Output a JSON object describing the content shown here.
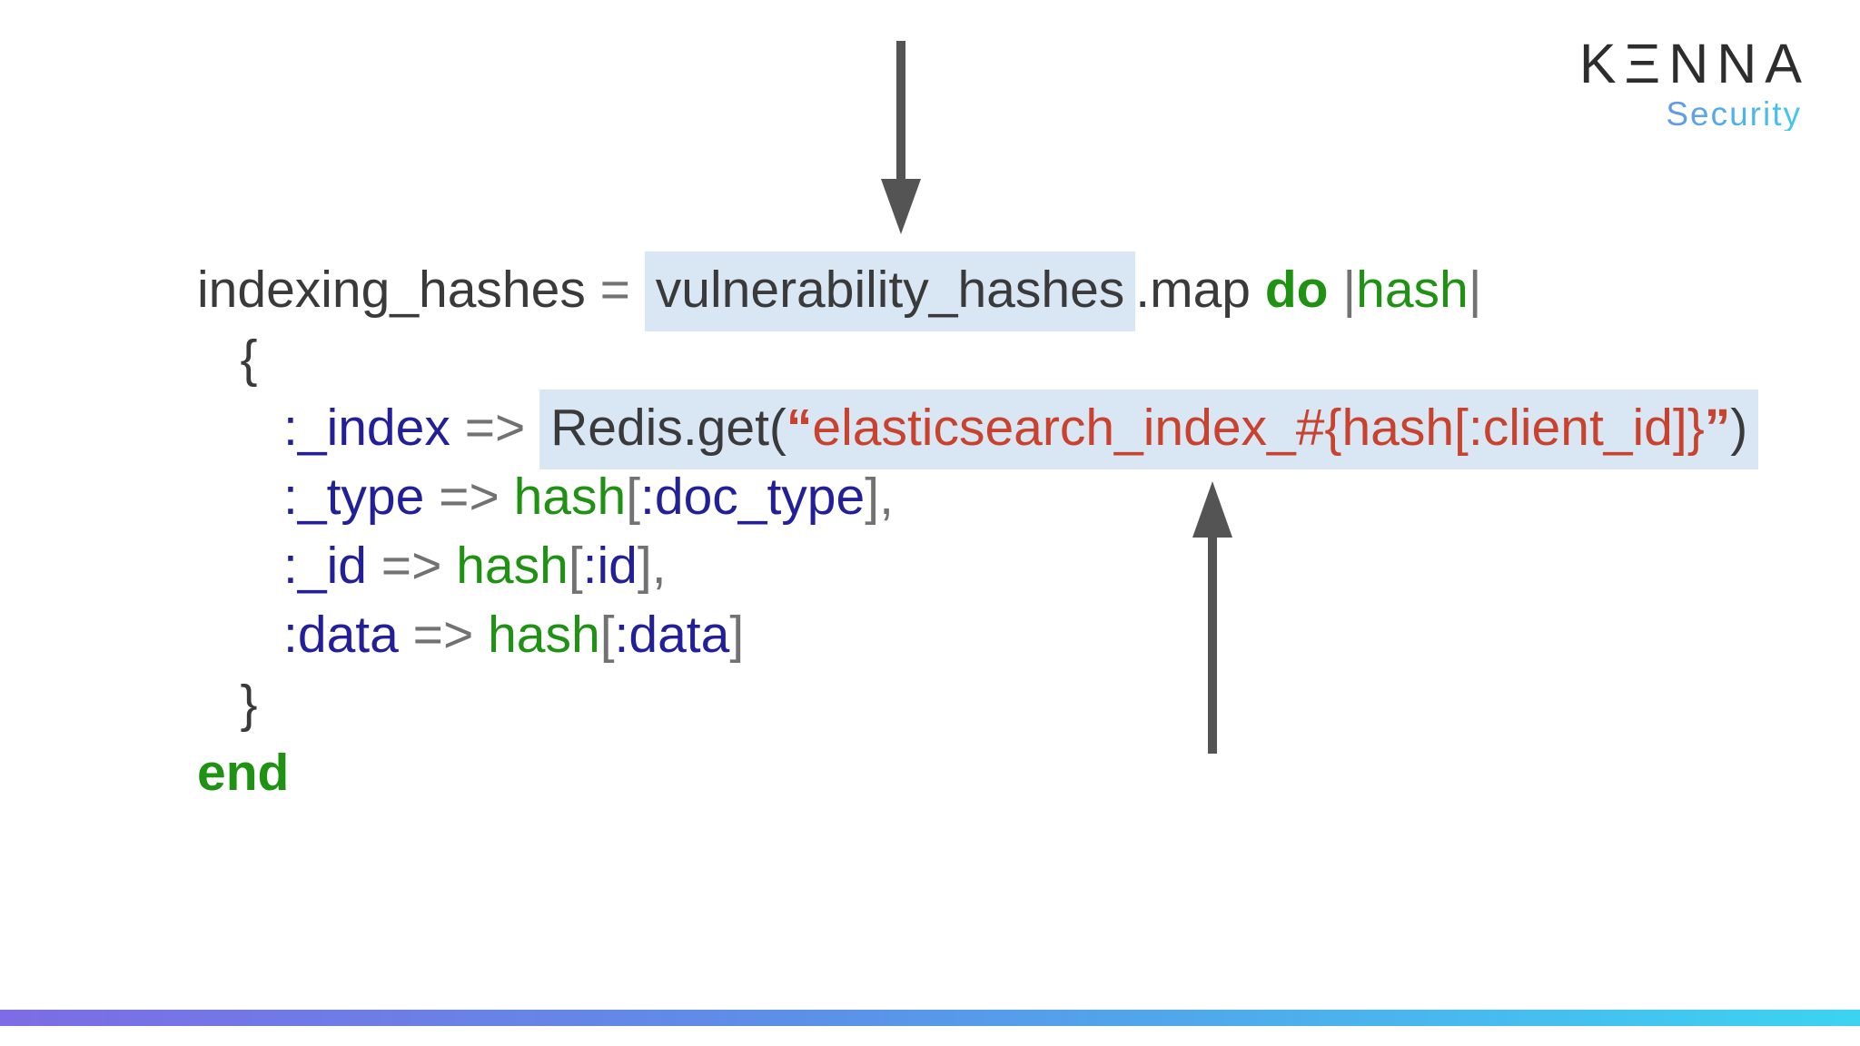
{
  "logo": {
    "brand": "KΞNNA",
    "subtitle": "Security"
  },
  "colors": {
    "code_dark": "#3a3a3a",
    "code_gray": "#727272",
    "code_navy": "#221f99",
    "code_green": "#1f9113",
    "code_red": "#c8422e",
    "highlight_blue": "#d9e7f5",
    "arrow_gray": "#545454",
    "footer_gradient_left": "#7d6ce5",
    "footer_gradient_right": "#3cd3f1",
    "security_gradient_left": "#8679db",
    "security_gradient_right": "#3fc8ef"
  },
  "code": {
    "lines": [
      {
        "segments": [
          {
            "t": "indexing_hashes ",
            "s": "dark"
          },
          {
            "t": "= ",
            "s": "gray"
          },
          {
            "t": "vulnerability_hashes",
            "s": "dark",
            "hl": true
          },
          {
            "t": ".map ",
            "s": "dark"
          },
          {
            "t": "do",
            "s": "greenBold"
          },
          {
            "t": " ",
            "s": "dark"
          },
          {
            "t": "|",
            "s": "gray"
          },
          {
            "t": "hash",
            "s": "green"
          },
          {
            "t": "|",
            "s": "gray"
          }
        ]
      },
      {
        "segments": [
          {
            "t": "   {",
            "s": "dark"
          }
        ]
      },
      {
        "segments": [
          {
            "t": "      ",
            "s": "dark"
          },
          {
            "t": ":_index",
            "s": "navy"
          },
          {
            "t": " ",
            "s": "dark"
          },
          {
            "t": "=>",
            "s": "gray"
          },
          {
            "t": " ",
            "s": "dark"
          },
          {
            "t": "Redis.get(",
            "s": "dark",
            "hl": true
          },
          {
            "t": "“",
            "s": "redBold",
            "hl": true
          },
          {
            "t": "elasticsearch_index_#{hash[:client_id]}",
            "s": "red",
            "hl": true
          },
          {
            "t": "”",
            "s": "redBold",
            "hl": true
          },
          {
            "t": ")",
            "s": "dark",
            "hl": true
          }
        ]
      },
      {
        "segments": [
          {
            "t": "      ",
            "s": "dark"
          },
          {
            "t": ":_type",
            "s": "navy"
          },
          {
            "t": " ",
            "s": "dark"
          },
          {
            "t": "=>",
            "s": "gray"
          },
          {
            "t": " ",
            "s": "dark"
          },
          {
            "t": "hash",
            "s": "green"
          },
          {
            "t": "[",
            "s": "gray"
          },
          {
            "t": ":doc_type",
            "s": "navy"
          },
          {
            "t": "]",
            "s": "gray"
          },
          {
            "t": ",",
            "s": "gray"
          }
        ]
      },
      {
        "segments": [
          {
            "t": "      ",
            "s": "dark"
          },
          {
            "t": ":_id",
            "s": "navy"
          },
          {
            "t": " ",
            "s": "dark"
          },
          {
            "t": "=>",
            "s": "gray"
          },
          {
            "t": " ",
            "s": "dark"
          },
          {
            "t": "hash",
            "s": "green"
          },
          {
            "t": "[",
            "s": "gray"
          },
          {
            "t": ":id",
            "s": "navy"
          },
          {
            "t": "]",
            "s": "gray"
          },
          {
            "t": ",",
            "s": "gray"
          }
        ]
      },
      {
        "segments": [
          {
            "t": "      ",
            "s": "dark"
          },
          {
            "t": ":data",
            "s": "navy"
          },
          {
            "t": " ",
            "s": "dark"
          },
          {
            "t": "=>",
            "s": "gray"
          },
          {
            "t": " ",
            "s": "dark"
          },
          {
            "t": "hash",
            "s": "green"
          },
          {
            "t": "[",
            "s": "gray"
          },
          {
            "t": ":data",
            "s": "navy"
          },
          {
            "t": "]",
            "s": "gray"
          }
        ]
      },
      {
        "segments": [
          {
            "t": "   }",
            "s": "dark"
          }
        ]
      },
      {
        "segments": [
          {
            "t": "end",
            "s": "greenBold"
          }
        ]
      }
    ]
  }
}
